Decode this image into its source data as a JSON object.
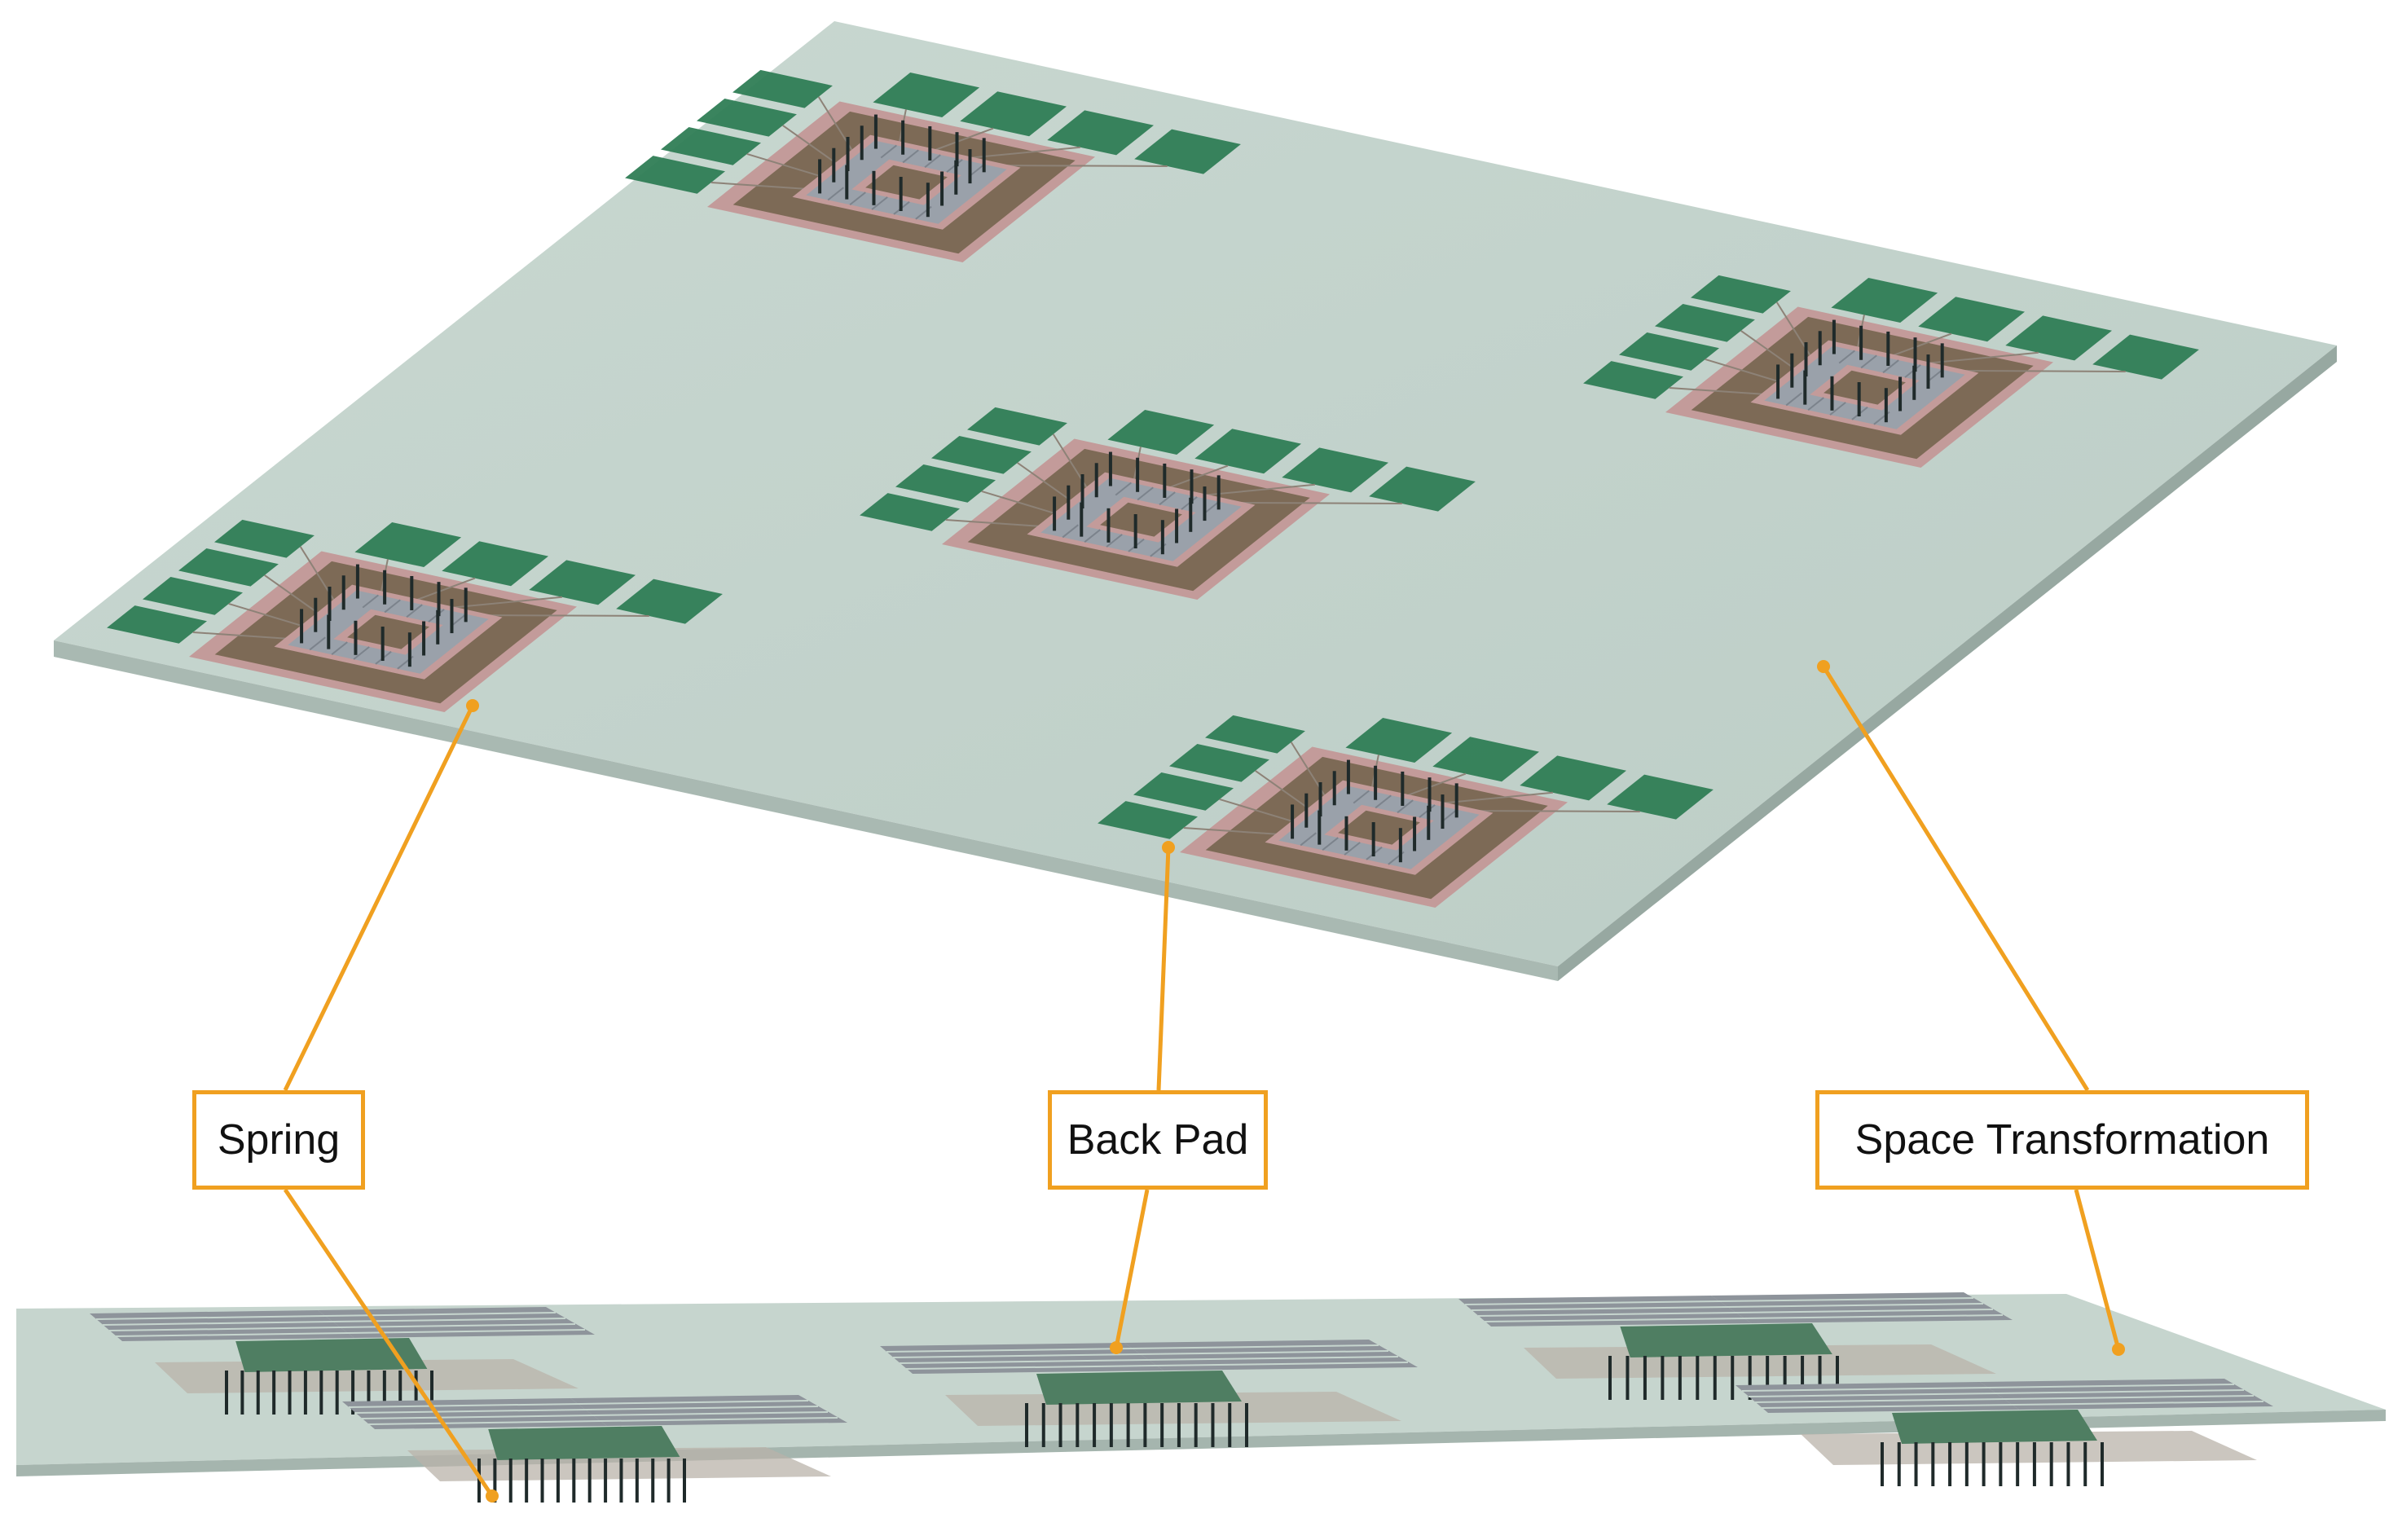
{
  "labels": {
    "spring": "Spring",
    "back_pad": "Back Pad",
    "space_transformation": "Space Transformation"
  },
  "colors": {
    "board": "#c3d3cc",
    "board_edge": "#a7b6af",
    "pad_green": "#2f7d55",
    "die_brown": "#7d6a56",
    "ring_pink": "#c39b9a",
    "grid_gray": "#9aa1aa",
    "pin": "#1f2a2a",
    "leader_orange": "#f0a020"
  }
}
